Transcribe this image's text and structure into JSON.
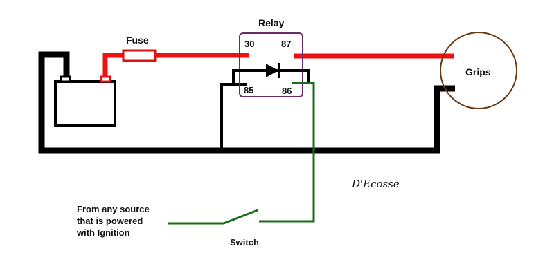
{
  "diagram": {
    "title": "Heated grips relay wiring",
    "labels": {
      "fuse": "Fuse",
      "relay": "Relay",
      "pin30": "30",
      "pin87": "87",
      "pin85": "85",
      "pin86": "86",
      "grips": "Grips",
      "signature": "D'Ecosse",
      "source_line1": "From any source",
      "source_line2": "that is powered",
      "source_line3": "with Ignition",
      "switch": "Switch"
    },
    "colors": {
      "power_wire": "#ee1111",
      "ground_wire": "#000000",
      "switch_wire": "#1a6e1a",
      "relay_box": "#6a2a6a",
      "grips_circle": "#6b3a12"
    }
  }
}
